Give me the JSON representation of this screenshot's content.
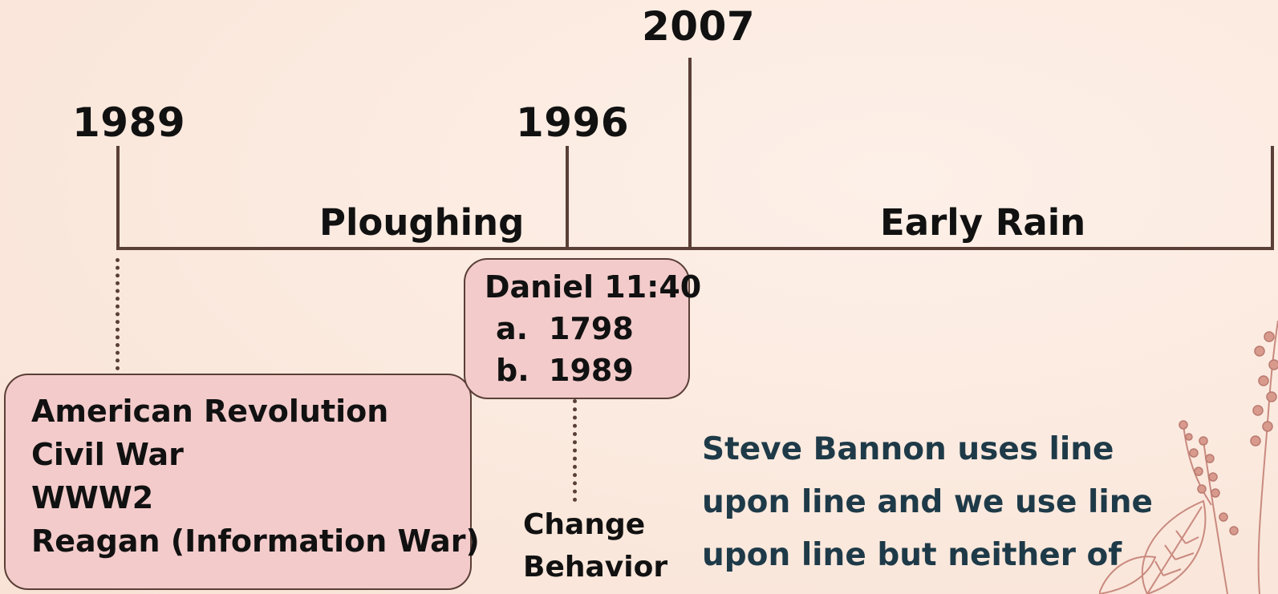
{
  "timeline": {
    "years": [
      {
        "id": "y1989",
        "label": "1989"
      },
      {
        "id": "y1996",
        "label": "1996"
      },
      {
        "id": "y2007",
        "label": "2007"
      }
    ],
    "eras": [
      "Ploughing",
      "Early Rain"
    ]
  },
  "events_box": {
    "items": [
      "American Revolution",
      "Civil War",
      "WWW2",
      "Reagan (Information War)"
    ]
  },
  "daniel_box": {
    "title": "Daniel 11:40",
    "items": [
      {
        "marker": "a.",
        "year": "1798"
      },
      {
        "marker": "b.",
        "year": "1989"
      }
    ]
  },
  "change_note": [
    "Change",
    "Behavior"
  ],
  "quote_lines": [
    "Steve Bannon uses line",
    "upon line and we use line",
    "upon line but neither of"
  ],
  "colors": {
    "line": "#5a3f36",
    "box_fill": "#f3cbcb",
    "quote_text": "#1e3a48",
    "leaf": "#c98a7f"
  }
}
